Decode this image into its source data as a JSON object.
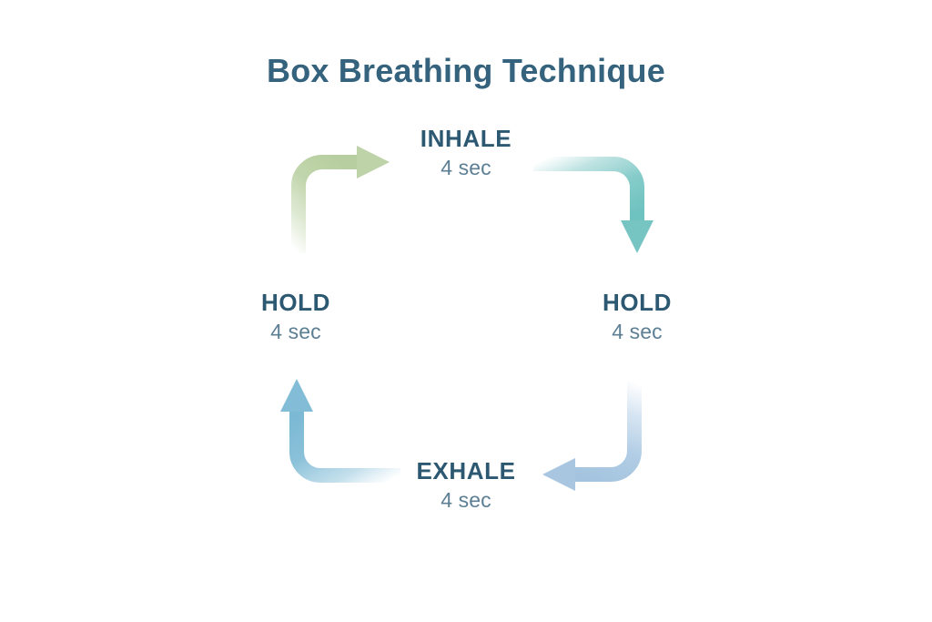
{
  "title": "Box Breathing Technique",
  "colors": {
    "background": "#ffffff",
    "title": "#35627d",
    "phase_label": "#2c5871",
    "phase_duration": "#5d7f94",
    "arrow_inhale_green": "#bed3a8",
    "arrow_hold_teal": "#77c5c3",
    "arrow_exhale_steel": "#a8c6e0",
    "arrow_hold_blue": "#82bcd6"
  },
  "diagram": {
    "type": "cycle",
    "phases": [
      {
        "id": "inhale",
        "position": "top",
        "name": "INHALE",
        "duration": "4 sec"
      },
      {
        "id": "hold-after-inhale",
        "position": "right",
        "name": "HOLD",
        "duration": "4 sec"
      },
      {
        "id": "exhale",
        "position": "bottom",
        "name": "EXHALE",
        "duration": "4 sec"
      },
      {
        "id": "hold-after-exhale",
        "position": "left",
        "name": "HOLD",
        "duration": "4 sec"
      }
    ],
    "arrows": [
      {
        "id": "arrow-hold-to-inhale",
        "from": "hold-after-exhale",
        "to": "inhale",
        "corner": "top-left",
        "color": "#bed3a8",
        "direction": "right"
      },
      {
        "id": "arrow-inhale-to-hold",
        "from": "inhale",
        "to": "hold-after-inhale",
        "corner": "top-right",
        "color": "#77c5c3",
        "direction": "down"
      },
      {
        "id": "arrow-hold-to-exhale",
        "from": "hold-after-inhale",
        "to": "exhale",
        "corner": "bottom-right",
        "color": "#a8c6e0",
        "direction": "left"
      },
      {
        "id": "arrow-exhale-to-hold",
        "from": "exhale",
        "to": "hold-after-exhale",
        "corner": "bottom-left",
        "color": "#82bcd6",
        "direction": "up"
      }
    ]
  }
}
